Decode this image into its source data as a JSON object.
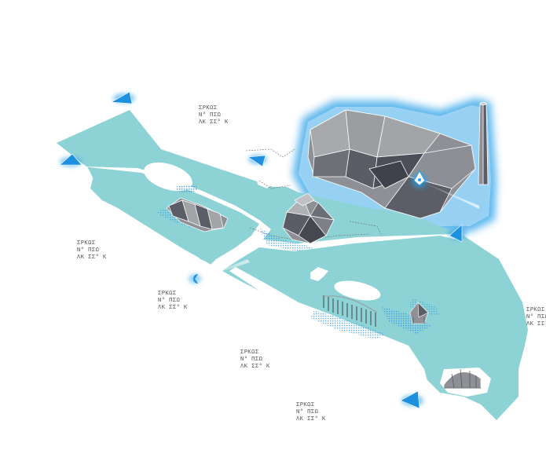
{
  "colors": {
    "land": "#8dd3d6",
    "land_edge": "#74c4c8",
    "glow": "#2aa0e8",
    "building_light": "#9a9a9e",
    "building_dark": "#4a4d55",
    "building_edge": "#ffffff",
    "marker": "#1e90e0",
    "hatch": "#3a9ee0"
  },
  "labels": [
    {
      "line1": "ΣΡΚΩΣ",
      "line2": "Ν° ΠΣΩ",
      "line3": "ΛΚ ΣΣ° Κ"
    },
    {
      "line1": "ΣΡΚΩΣ",
      "line2": "Ν° ΠΣΩ",
      "line3": "ΛΚ ΣΣ° Κ"
    },
    {
      "line1": "ΣΡΚΩΣ",
      "line2": "Ν° ΠΣΩ",
      "line3": "ΛΚ ΣΣ° Κ"
    },
    {
      "line1": "ΣΡΚΩΣ",
      "line2": "Ν° ΠΣΩ",
      "line3": "ΛΚ ΣΣ° Κ"
    },
    {
      "line1": "ΣΡΚΩΣ",
      "line2": "Ν° ΠΣΩ",
      "line3": "ΛΚ ΣΣ° Κ"
    },
    {
      "line1": "ΣΡΚΩΣ",
      "line2": "Ν° ΠΣΩ",
      "line3": "ΛΚ ΣΣ° Κ"
    }
  ],
  "icons": {
    "camera_marker": "camera-viewpoint-icon",
    "location_pin": "location-pin-icon"
  }
}
